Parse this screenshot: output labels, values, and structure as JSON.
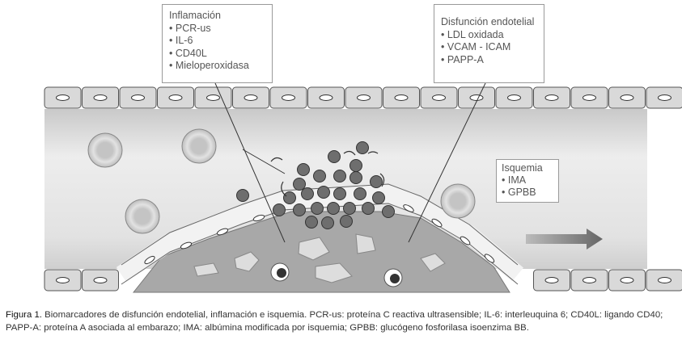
{
  "boxes": {
    "inflamacion": {
      "title": "Inflamación",
      "items": [
        "PCR-us",
        "IL-6",
        "CD40L",
        "Mieloperoxidasa"
      ]
    },
    "disfuncion": {
      "title": "Disfunción endotelial",
      "items": [
        "LDL oxidada",
        "VCAM - ICAM",
        "PAPP-A"
      ]
    },
    "isquemia": {
      "title": "Isquemia",
      "items": [
        "IMA",
        "GPBB"
      ]
    }
  },
  "caption": {
    "label": "Figura 1.",
    "text": " Biomarcadores de disfunción endotelial, inflamación e isquemia. PCR-us: proteína C reactiva ultrasensible;  IL-6: interleuquina 6; CD40L: ligando CD40; PAPP-A: proteína A asociada al embarazo; IMA: albúmina modificada por isquemia; GPBB: glucógeno fosforilasa isoenzima BB."
  },
  "colors": {
    "lumen": "#dcdcdc",
    "cell": "#d9d9d9",
    "platelet": "#6e6e6e",
    "plaque": "#a9a9a9",
    "arrow": "#7a7a7a"
  }
}
